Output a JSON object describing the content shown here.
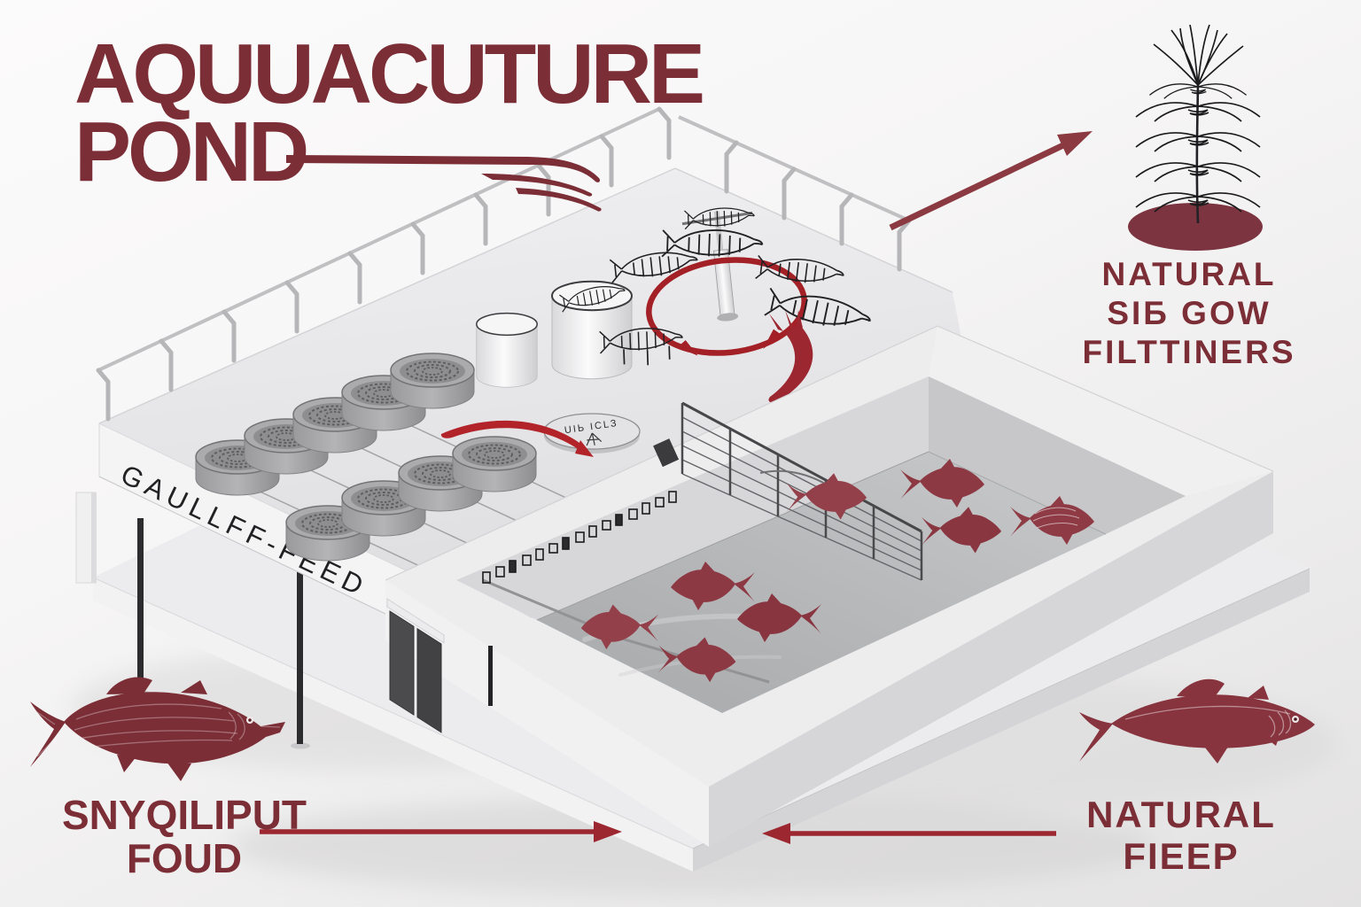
{
  "title": {
    "line1": "AQUUACUTURE",
    "line2": "POND"
  },
  "callouts": {
    "filters": {
      "line1": "NATURAL",
      "line2": "SIБ GOW",
      "line3": "FILTTINERS"
    },
    "food": {
      "line1": "SNYQILIPUT",
      "line2": "FOUD"
    },
    "feed": {
      "line1": "NATURAL",
      "line2": "FIEEP"
    }
  },
  "facility": {
    "signage": "GAULLFF-FEED",
    "hatch_text": "UIЬ ICLЗ"
  },
  "illustrations": {
    "top_right_icon": "water-plant-icon",
    "bottom_left_icon": "etched-fish-icon",
    "bottom_right_icon": "fish-silhouette-icon",
    "pond_fish_count": 8,
    "feeder_basket_count": 9,
    "storage_tank_count": 2
  },
  "colors": {
    "maroon_text": "#7c2e37",
    "accent_red": "#a32026",
    "swoosh_red": "#9c2730",
    "pond_fish": "#8f3b45",
    "structure_gray": "#e9e9eb",
    "water_gray": "#b7b8ba"
  }
}
